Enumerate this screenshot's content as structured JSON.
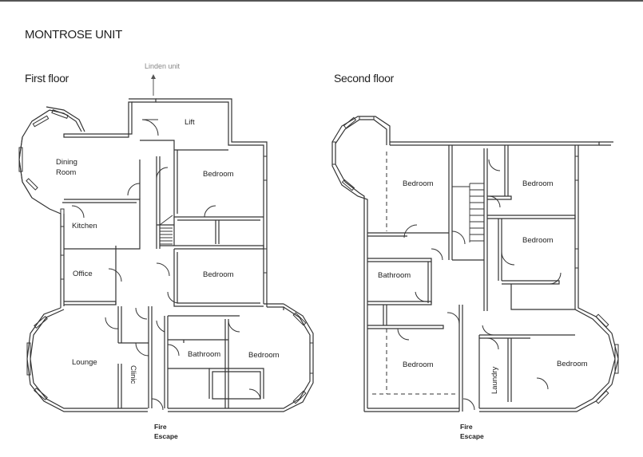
{
  "title": "MONTROSE UNIT",
  "floors": {
    "first": {
      "label": "First floor",
      "linden_label": "Linden unit",
      "rooms": {
        "lift": "Lift",
        "dining_line1": "Dining",
        "dining_line2": "Room",
        "bedroom_top": "Bedroom",
        "kitchen": "Kitchen",
        "office": "Office",
        "bedroom_mid": "Bedroom",
        "lounge": "Lounge",
        "clinic": "Clinic",
        "bathroom": "Bathroom",
        "bedroom_right": "Bedroom"
      },
      "fire_escape_line1": "Fire",
      "fire_escape_line2": "Escape"
    },
    "second": {
      "label": "Second floor",
      "rooms": {
        "bedroom_tl": "Bedroom",
        "bedroom_tr": "Bedroom",
        "bedroom_r": "Bedroom",
        "bathroom": "Bathroom",
        "bedroom_bl": "Bedroom",
        "laundry": "Laundry",
        "bedroom_br": "Bedroom"
      },
      "fire_escape_line1": "Fire",
      "fire_escape_line2": "Escape"
    }
  }
}
